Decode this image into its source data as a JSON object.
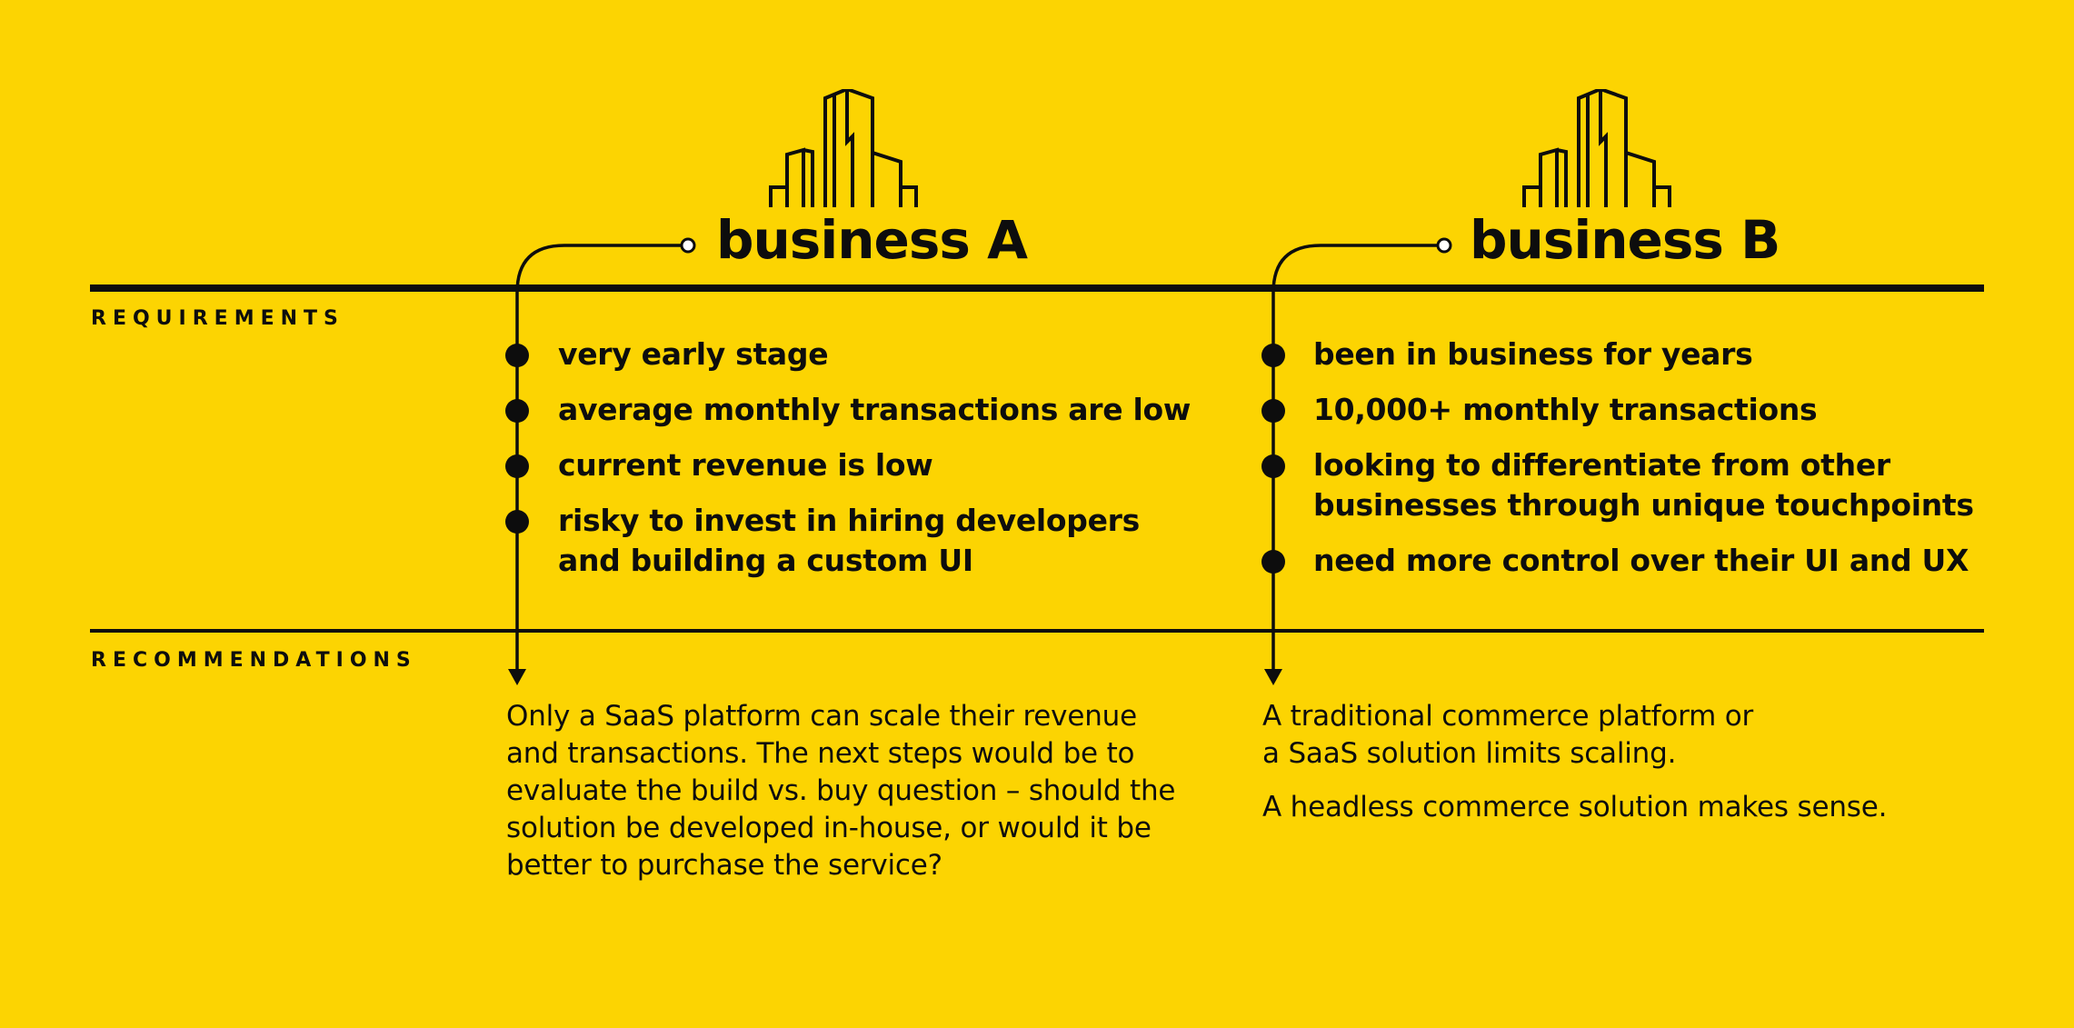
{
  "sections": {
    "requirements": "REQUIREMENTS",
    "recommendations": "RECOMMENDATIONS"
  },
  "colors": {
    "background": "#FCD402",
    "ink": "#0D0D0D"
  },
  "business_a": {
    "title": "business A",
    "icon": "buildings-icon",
    "requirements": [
      "very early stage",
      "average monthly transactions are low",
      "current revenue is low",
      "risky to invest in hiring developers\nand building a custom UI"
    ],
    "recommendation": [
      "Only a SaaS platform can scale their revenue\nand transactions. The next steps would be to\nevaluate the build vs. buy question – should the\nsolution be developed in-house, or would it be\nbetter to purchase the service?"
    ]
  },
  "business_b": {
    "title": "business B",
    "icon": "buildings-icon",
    "requirements": [
      "been in business for years",
      "10,000+ monthly transactions",
      "looking to differentiate from other\nbusinesses through unique touchpoints",
      "need more control over their UI and UX"
    ],
    "recommendation": [
      "A traditional commerce platform or\na SaaS solution limits scaling.",
      "A headless commerce solution makes sense."
    ]
  }
}
